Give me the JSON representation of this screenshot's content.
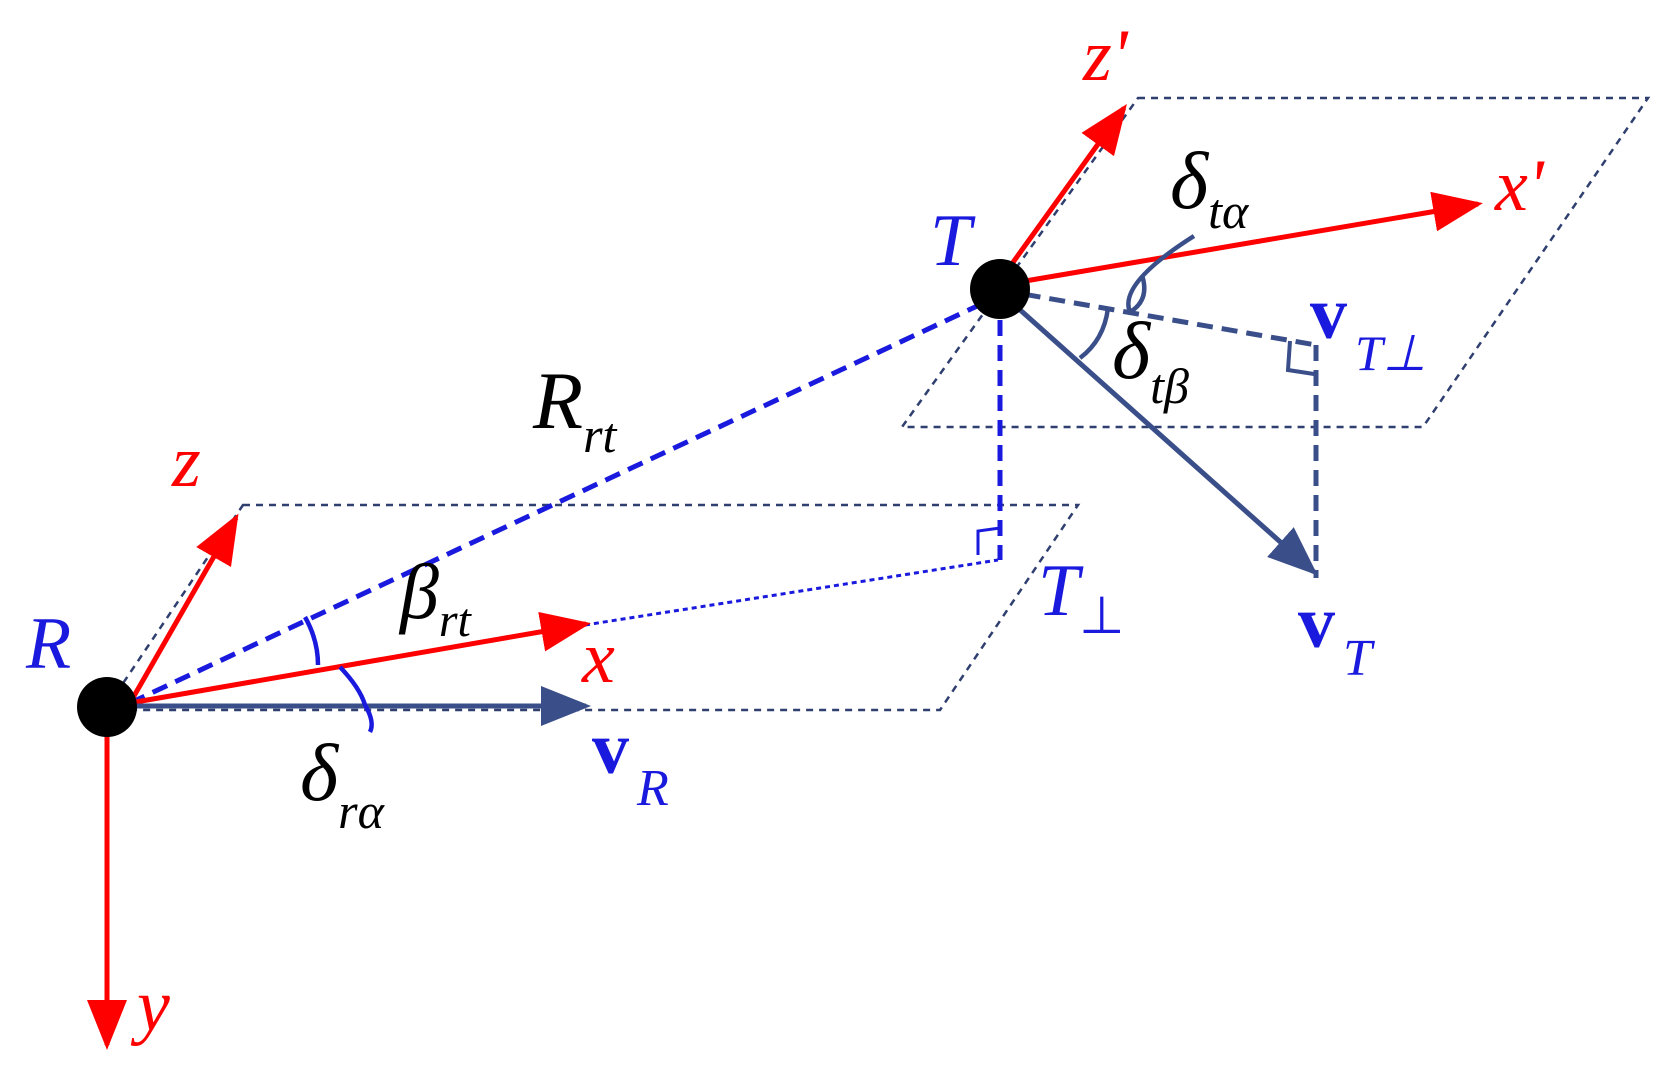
{
  "colors": {
    "axis": "#ff0000",
    "velocity": "#3a4f8a",
    "label_blue": "#1a1adf",
    "dashed_blue": "#1a1adf",
    "plane": "#2f3f6f",
    "angle": "#1a1adf",
    "dot": "#000000",
    "black_text": "#000000"
  },
  "labels": {
    "R": "R",
    "T": "T",
    "z": "z",
    "x": "x",
    "y": "y",
    "z_prime": "z'",
    "x_prime": "x'",
    "R_rt_main": "R",
    "R_rt_sub": "rt",
    "beta_main": "β",
    "beta_sub": "rt",
    "delta_ra_main": "δ",
    "delta_ra_sub": "rα",
    "delta_ta_main": "δ",
    "delta_ta_sub": "tα",
    "delta_tb_main": "δ",
    "delta_tb_sub": "tβ",
    "T_perp_main": "T",
    "T_perp_sub": "⊥",
    "vR_main": "v",
    "vR_sub": "R",
    "vT_main": "v",
    "vT_sub": "T",
    "vTperp_main": "v",
    "vTperp_sub": "T⊥"
  }
}
